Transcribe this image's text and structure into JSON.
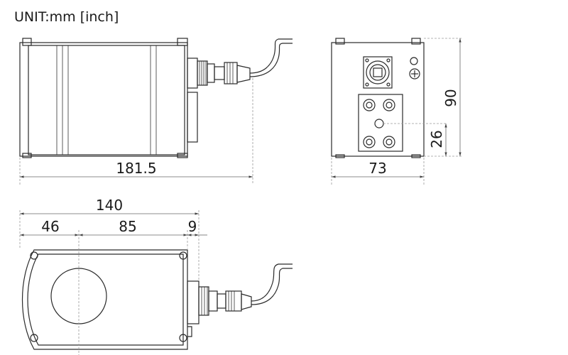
{
  "title": "UNIT:mm [inch]",
  "dimensions": {
    "length": "181.5",
    "width": "73",
    "height": "90",
    "port_height": "26",
    "total_top": "140",
    "seg_left": "46",
    "seg_mid": "85",
    "seg_right": "9"
  }
}
